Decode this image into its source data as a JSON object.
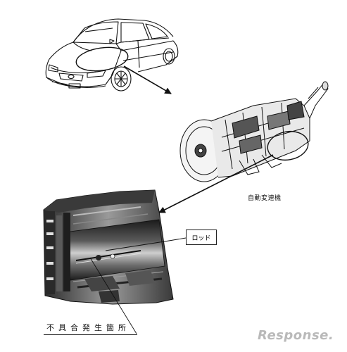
{
  "labels": {
    "transmission": "自動変速機",
    "rod": "ロッド",
    "defect_location": "不具合発生箇所"
  },
  "watermark": {
    "text": "Response."
  },
  "colors": {
    "ink": "#111111",
    "logo_gray": "#b9b9b9",
    "cutaway_dark": "#2a2a2a",
    "cutaway_mid": "#6a6a6a"
  },
  "icons": {
    "car": "car-line-drawing-icon",
    "transmission": "transmission-drawing-icon",
    "cutaway": "transmission-cutaway-icon"
  }
}
